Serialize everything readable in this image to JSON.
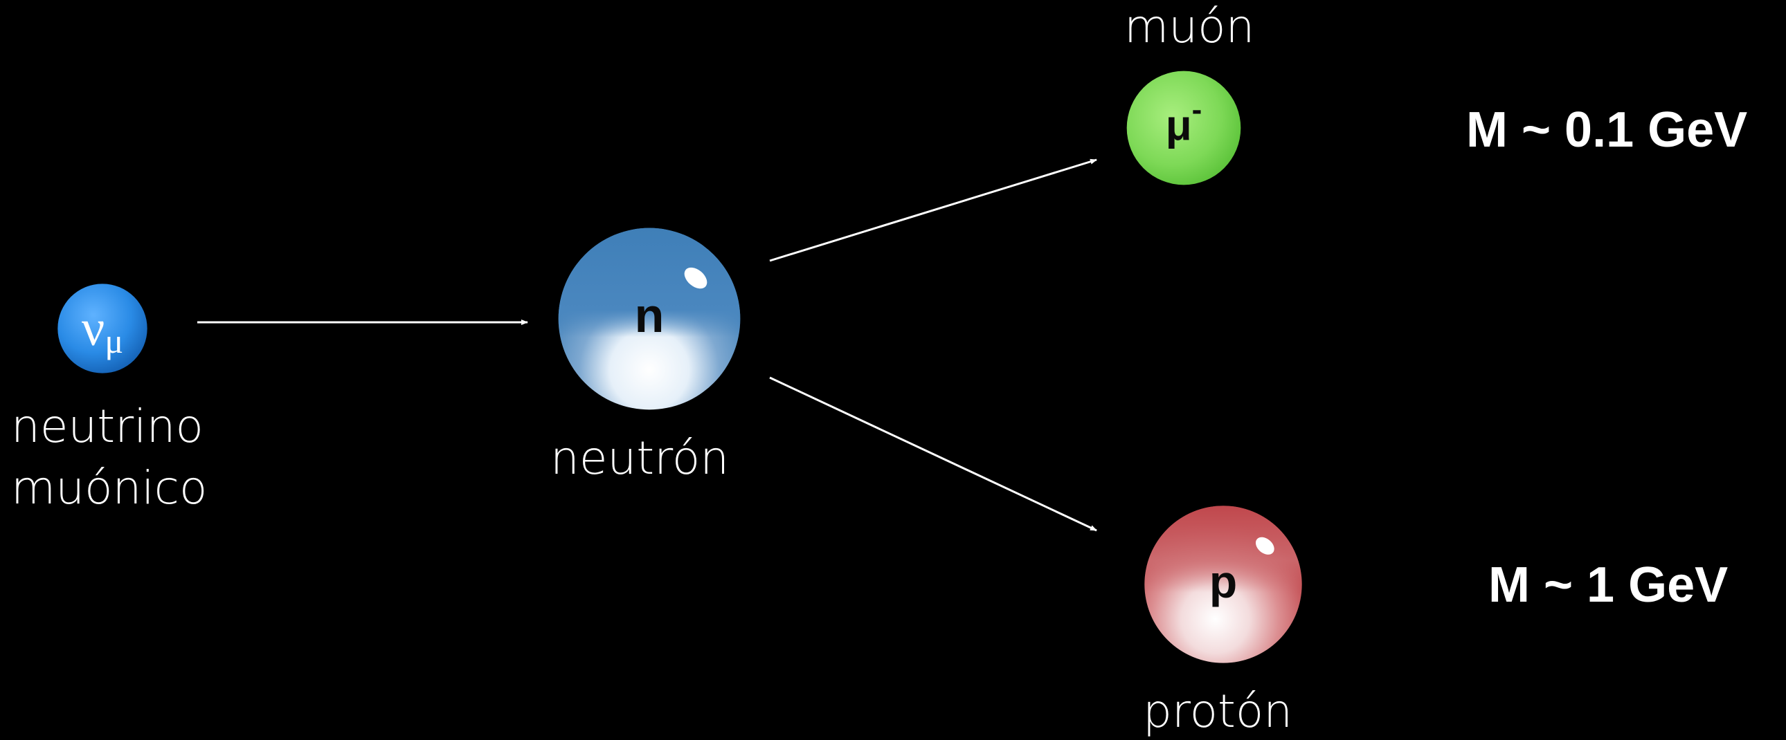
{
  "particles": {
    "neutrino": {
      "symbol": "ν",
      "subscript": "μ",
      "label_line1": "neutrino",
      "label_line2": "muónico",
      "color": "#2a8be6"
    },
    "neutron": {
      "symbol": "n",
      "label": "neutrón",
      "color": "#3f7fb8"
    },
    "muon": {
      "symbol": "μ",
      "superscript": "-",
      "label": "muón",
      "color": "#7ed957",
      "mass": "M ~ 0.1 GeV"
    },
    "proton": {
      "symbol": "p",
      "label": "protón",
      "color": "#c85a5e",
      "mass": "M ~ 1 GeV"
    }
  },
  "colors": {
    "background": "#000000",
    "text": "#ffffff",
    "arrow": "#ffffff"
  }
}
